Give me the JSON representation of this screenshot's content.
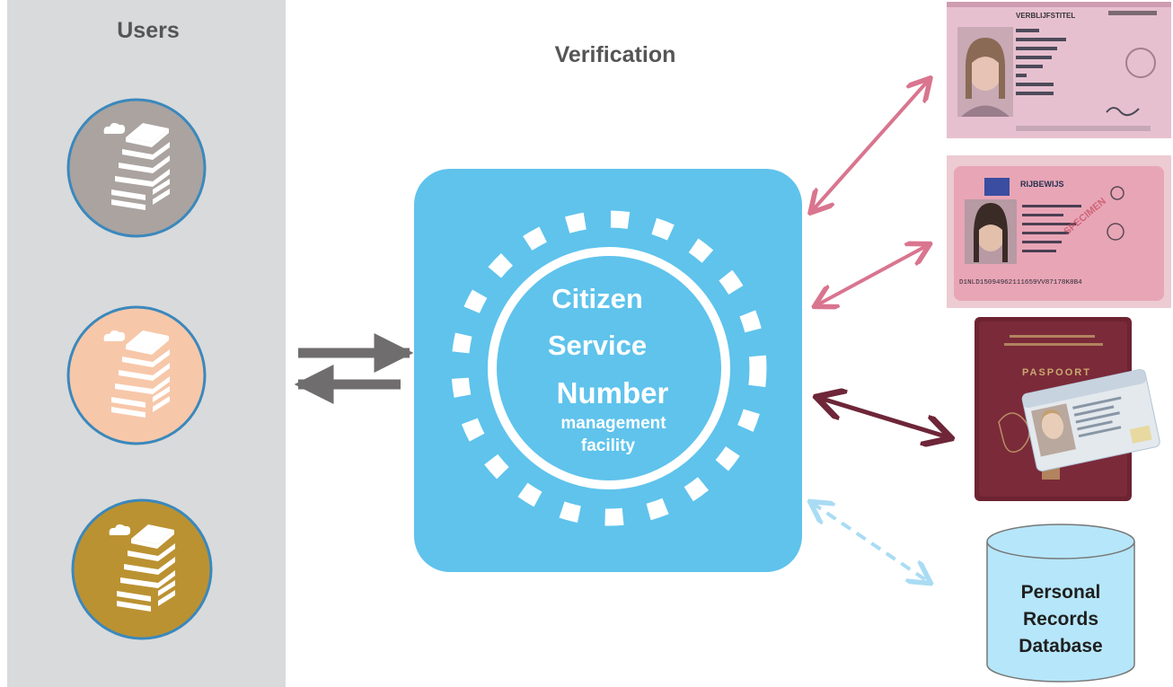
{
  "users_panel": {
    "title": "Users"
  },
  "verification": {
    "title": "Verification"
  },
  "csn_facility": {
    "line1": "Citizen",
    "line2": "Service",
    "line3": "Number",
    "line4": "management",
    "line5": "facility"
  },
  "documents": {
    "residence_permit": {
      "header": "VERBLIJFSTITEL"
    },
    "driving_licence": {
      "header": "RIJBEWIJS",
      "mrz": "D1NLD15094962111659VV87178K8B4"
    },
    "passport": {
      "header": "PASPOORT"
    }
  },
  "database": {
    "line1": "Personal",
    "line2": "Records",
    "line3": "Database"
  },
  "colors": {
    "users_panel_bg": "#d9dadb",
    "facility_blue": "#5fc3ec",
    "user_circle_gray": "#aaa3a0",
    "user_circle_peach": "#f7c7a9",
    "user_circle_gold": "#bb9232",
    "circle_outline": "#3a88bd",
    "arrow_gray": "#6f6d6d",
    "arrow_pink": "#d9758f",
    "arrow_maroon": "#6e2638",
    "arrow_light_blue": "#a9dcf4",
    "title_gray": "#555555",
    "db_fill": "#b6e6fa"
  },
  "icons": [
    "office-building-icon",
    "cloud-icon",
    "database-icon"
  ]
}
